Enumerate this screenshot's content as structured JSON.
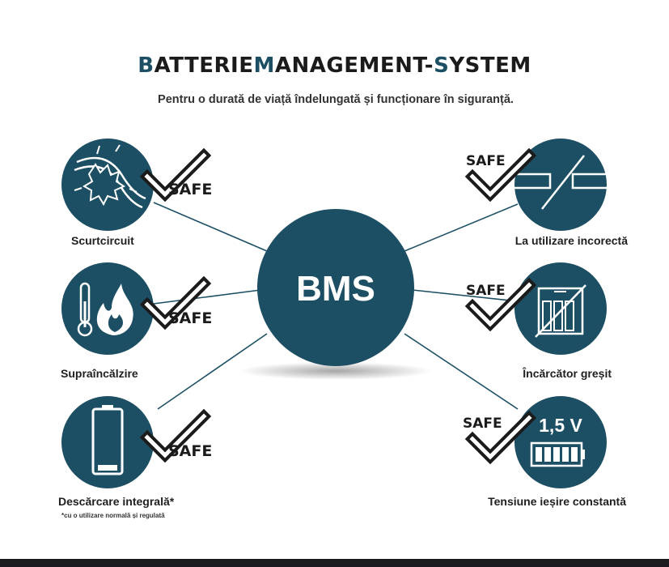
{
  "title": {
    "first_letter": "B",
    "part1": "ATTERIE",
    "accent2": "M",
    "part2": "ANAGEMENT-",
    "accent3": "S",
    "part3": "YSTEM"
  },
  "subtitle": "Pentru o durată de viață îndelungată și funcționare în siguranță.",
  "center_label": "BMS",
  "safe_label": "SAFE",
  "voltage_label": "1,5 V",
  "features": [
    {
      "label": "Scurtcircuit",
      "icon": "short-circuit-icon"
    },
    {
      "label": "Supraîncălzire",
      "icon": "overheating-icon"
    },
    {
      "label": "Descărcare integrală*",
      "icon": "battery-empty-icon"
    },
    {
      "label": "La utilizare incorectă",
      "icon": "incorrect-use-icon"
    },
    {
      "label": "Încărcător greșit",
      "icon": "wrong-charger-icon"
    },
    {
      "label": "Tensiune ieșire constantă",
      "icon": "constant-voltage-icon"
    }
  ],
  "footnote": "*cu o utilizare normală și regulată",
  "colors": {
    "accent": "#1d4f64",
    "text": "#1f1f1f",
    "background": "#ffffff"
  }
}
